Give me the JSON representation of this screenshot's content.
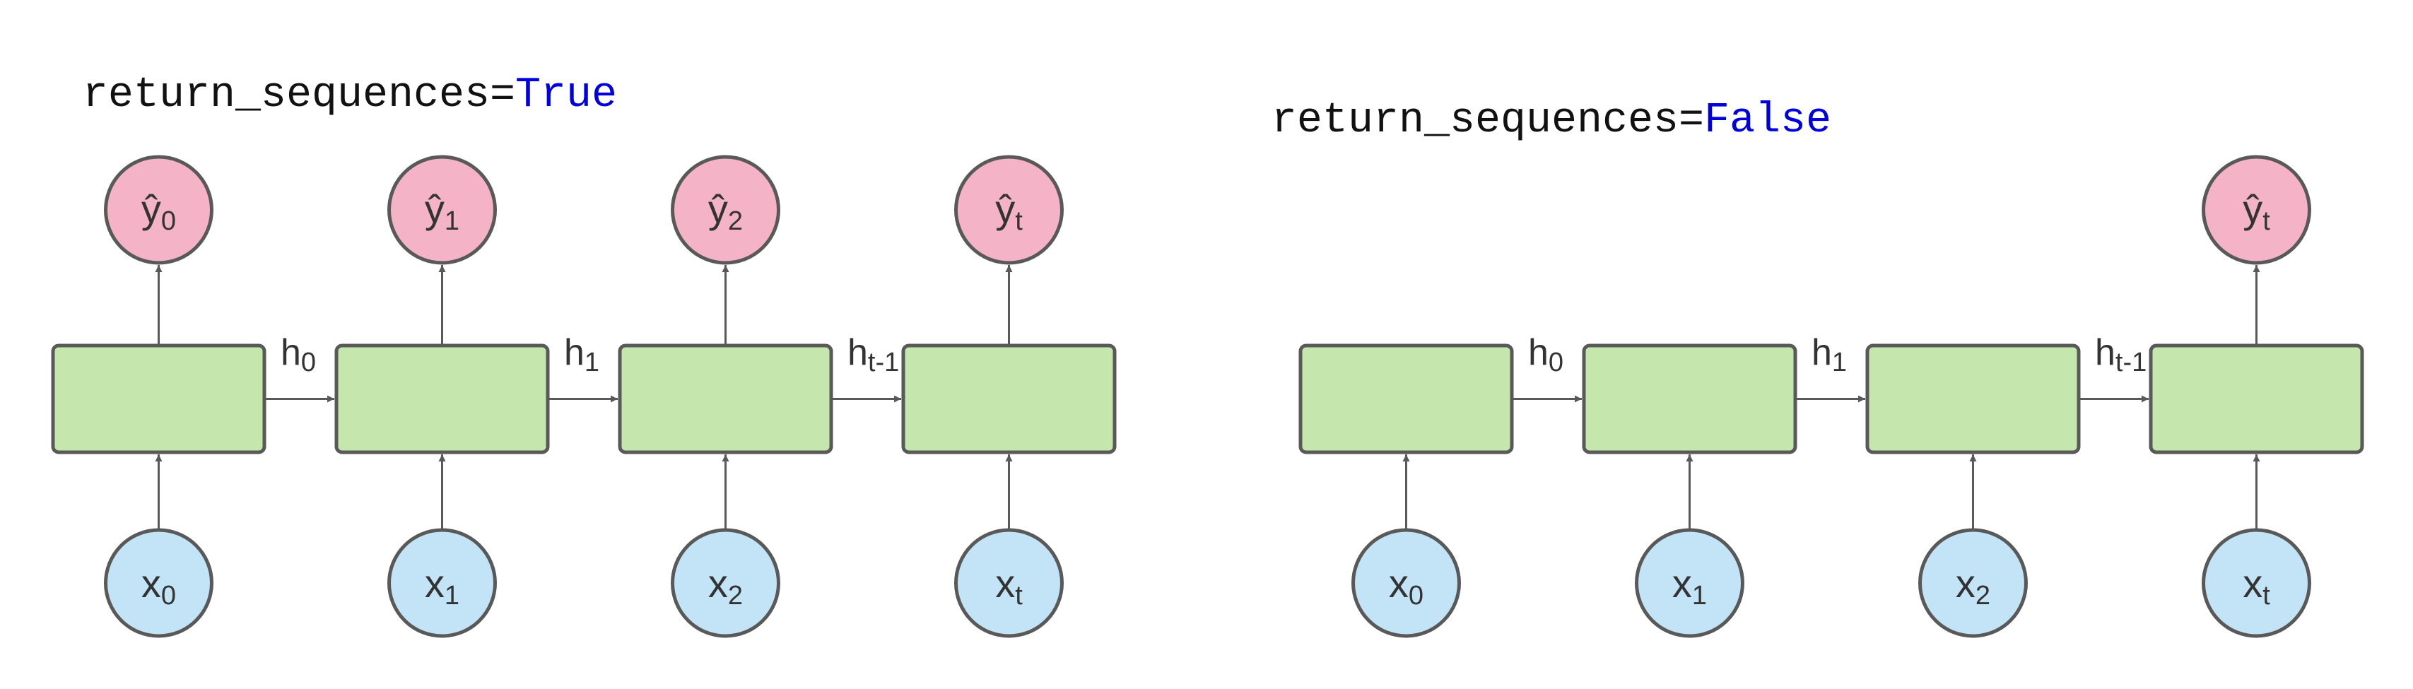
{
  "colors": {
    "cell_fill": "#c5e7ad",
    "cell_stroke": "#595959",
    "input_fill": "#c2e4f6",
    "output_fill": "#f4b3c6",
    "arrow": "#595959",
    "code_text": "#111111",
    "keyword": "#0000dd"
  },
  "panels": [
    {
      "id": "left",
      "title_prefix": "return_sequences=",
      "title_value": "True",
      "inputs": [
        {
          "base": "x",
          "sub": "0"
        },
        {
          "base": "x",
          "sub": "1"
        },
        {
          "base": "x",
          "sub": "2"
        },
        {
          "base": "x",
          "sub": "t"
        }
      ],
      "outputs": [
        {
          "base": "ŷ",
          "sub": "0"
        },
        {
          "base": "ŷ",
          "sub": "1"
        },
        {
          "base": "ŷ",
          "sub": "2"
        },
        {
          "base": "ŷ",
          "sub": "t"
        }
      ],
      "hidden": [
        {
          "base": "h",
          "sub": "0"
        },
        {
          "base": "h",
          "sub": "1"
        },
        {
          "base": "h",
          "sub": "t-1"
        }
      ]
    },
    {
      "id": "right",
      "title_prefix": "return_sequences=",
      "title_value": "False",
      "inputs": [
        {
          "base": "x",
          "sub": "0"
        },
        {
          "base": "x",
          "sub": "1"
        },
        {
          "base": "x",
          "sub": "2"
        },
        {
          "base": "x",
          "sub": "t"
        }
      ],
      "outputs": [
        null,
        null,
        null,
        {
          "base": "ŷ",
          "sub": "t"
        }
      ],
      "hidden": [
        {
          "base": "h",
          "sub": "0"
        },
        {
          "base": "h",
          "sub": "1"
        },
        {
          "base": "h",
          "sub": "t-1"
        }
      ]
    }
  ]
}
